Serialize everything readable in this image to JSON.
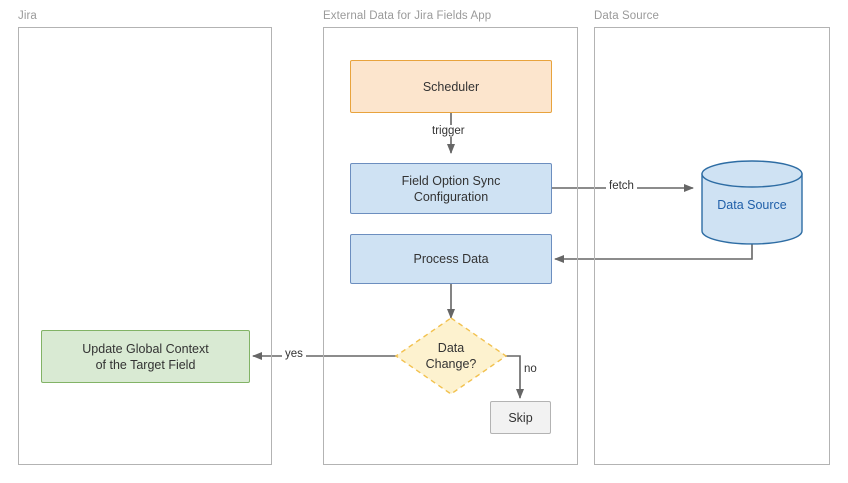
{
  "diagram": {
    "type": "flowchart",
    "lanes": [
      {
        "id": "jira",
        "title": "Jira"
      },
      {
        "id": "app",
        "title": "External Data for Jira Fields App"
      },
      {
        "id": "datasource",
        "title": "Data Source"
      }
    ],
    "nodes": [
      {
        "id": "scheduler",
        "label": "Scheduler",
        "shape": "rectangle",
        "lane": "app",
        "fill": "#fce5cd",
        "stroke": "#e8a33d"
      },
      {
        "id": "sync-config",
        "label": "Field Option Sync Configuration",
        "line1": "Field Option Sync",
        "line2": "Configuration",
        "shape": "rectangle",
        "lane": "app",
        "fill": "#cfe2f3",
        "stroke": "#6c8ebf"
      },
      {
        "id": "process-data",
        "label": "Process Data",
        "shape": "rectangle",
        "lane": "app",
        "fill": "#cfe2f3",
        "stroke": "#6c8ebf"
      },
      {
        "id": "data-change",
        "label": "Data Change?",
        "line1": "Data",
        "line2": "Change?",
        "shape": "diamond",
        "lane": "app",
        "fill": "#fdf2cf",
        "stroke": "#f2c14e"
      },
      {
        "id": "skip",
        "label": "Skip",
        "shape": "rectangle",
        "lane": "app",
        "fill": "#f2f2f2",
        "stroke": "#b3b3b3"
      },
      {
        "id": "update-global-context",
        "label": "Update Global Context of the Target Field",
        "line1": "Update Global Context",
        "line2": "of the Target Field",
        "shape": "rectangle",
        "lane": "jira",
        "fill": "#d9ead3",
        "stroke": "#82b366"
      },
      {
        "id": "data-source",
        "label": "Data Source",
        "shape": "cylinder",
        "lane": "datasource",
        "fill": "#cfe2f3",
        "stroke": "#2e6da4"
      }
    ],
    "edges": [
      {
        "id": "edge-trigger",
        "from": "scheduler",
        "to": "sync-config",
        "label": "trigger"
      },
      {
        "id": "edge-fetch",
        "from": "sync-config",
        "to": "data-source",
        "label": "fetch"
      },
      {
        "id": "edge-return",
        "from": "data-source",
        "to": "process-data",
        "label": ""
      },
      {
        "id": "edge-to-decision",
        "from": "process-data",
        "to": "data-change",
        "label": ""
      },
      {
        "id": "edge-yes",
        "from": "data-change",
        "to": "update-global-context",
        "label": "yes"
      },
      {
        "id": "edge-no",
        "from": "data-change",
        "to": "skip",
        "label": "no"
      }
    ],
    "colors": {
      "lane_border": "#b3b3b3",
      "lane_title": "#9a9a9a",
      "edge": "#666666",
      "text": "#333333"
    }
  }
}
